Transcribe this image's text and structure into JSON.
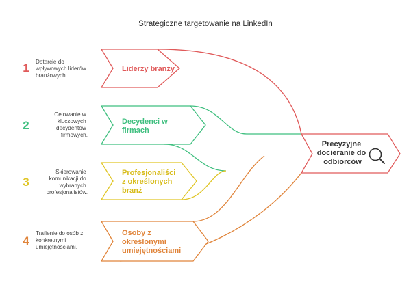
{
  "title": "Strategiczne targetowanie na LinkedIn",
  "colors": {
    "red": "#e05a5a",
    "green": "#3fbf7f",
    "yellow": "#e0c525",
    "orange": "#e0843a",
    "dark": "#333333"
  },
  "items": [
    {
      "number": "1",
      "color": "#e05a5a",
      "description": [
        "Dotarcie do",
        "wpływowych liderów",
        "branżowych."
      ],
      "label": [
        "Liderzy branży"
      ]
    },
    {
      "number": "2",
      "color": "#3fbf7f",
      "description": [
        "Celowanie w",
        "kluczowych",
        "decydentów",
        "firmowych."
      ],
      "label": [
        "Decydenci w",
        "firmach"
      ]
    },
    {
      "number": "3",
      "color": "#e0c525",
      "description": [
        "Skierowanie",
        "komunikacji do",
        "wybranych",
        "profesjonalistów."
      ],
      "label": [
        "Profesjonaliści",
        "z określonych",
        "branż"
      ]
    },
    {
      "number": "4",
      "color": "#e0843a",
      "description": [
        "Trafienie do osób z",
        "konkretnymi",
        "umiejętnościami."
      ],
      "label": [
        "Osoby z",
        "określonymi",
        "umiejętnościami"
      ]
    }
  ],
  "result": {
    "label": [
      "Precyzyjne",
      "docieranie do",
      "odbiorców"
    ],
    "icon": "magnifier-icon"
  }
}
